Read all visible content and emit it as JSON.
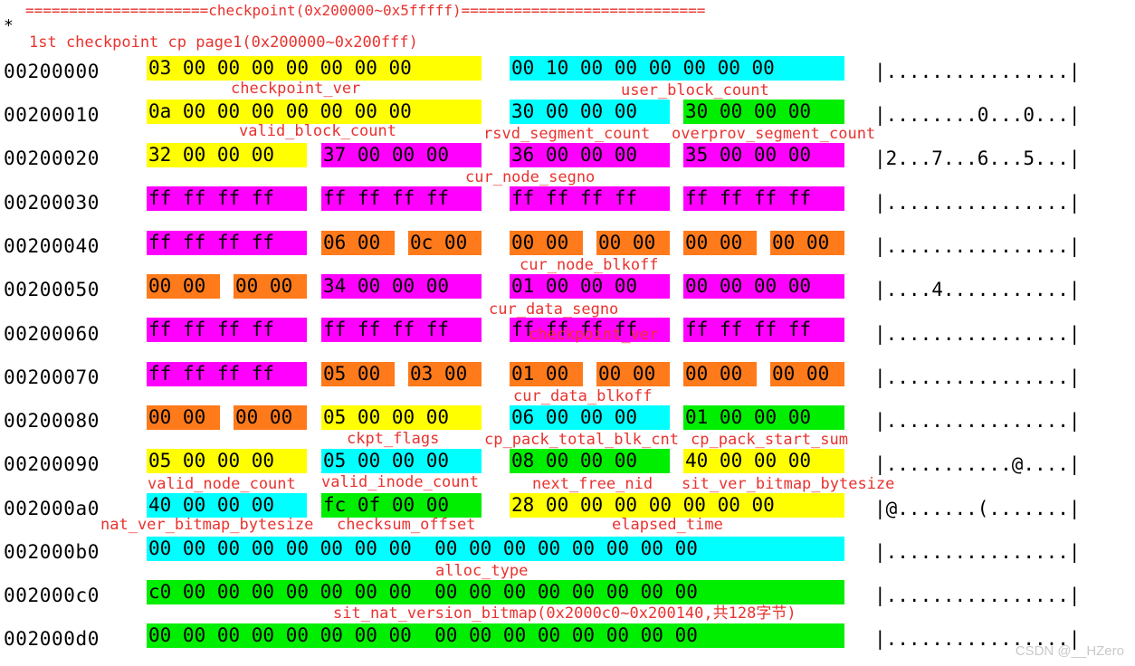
{
  "header": {
    "title_line": "=====================checkpoint(0x200000~0x5fffff)============================",
    "star": "*",
    "subtitle": "1st checkpoint cp page1(0x200000~0x200fff)"
  },
  "rows": [
    {
      "addr": "00200000",
      "ascii": "|................|"
    },
    {
      "addr": "00200010",
      "ascii": "|........0...0...|"
    },
    {
      "addr": "00200020",
      "ascii": "|2...7...6...5...|"
    },
    {
      "addr": "00200030",
      "ascii": "|................|"
    },
    {
      "addr": "00200040",
      "ascii": "|................|"
    },
    {
      "addr": "00200050",
      "ascii": "|....4...........|"
    },
    {
      "addr": "00200060",
      "ascii": "|................|"
    },
    {
      "addr": "00200070",
      "ascii": "|................|"
    },
    {
      "addr": "00200080",
      "ascii": "|................|"
    },
    {
      "addr": "00200090",
      "ascii": "|...........@....|"
    },
    {
      "addr": "002000a0",
      "ascii": "|@.......(.......|"
    },
    {
      "addr": "002000b0",
      "ascii": "|................|"
    },
    {
      "addr": "002000c0",
      "ascii": "|................|"
    },
    {
      "addr": "002000d0",
      "ascii": "|................|"
    }
  ],
  "blocks": [
    {
      "text": "03 00 00 00 00 00 00 00",
      "color": "#ffff00"
    },
    {
      "text": "00 10 00 00 00 00 00 00",
      "color": "#00ffff"
    },
    {
      "text": "0a 00 00 00 00 00 00 00",
      "color": "#ffff00"
    },
    {
      "text": "30 00 00 00",
      "color": "#00ffff"
    },
    {
      "text": "30 00 00 00",
      "color": "#00ee00"
    },
    {
      "text": "32 00 00 00",
      "color": "#ffff00"
    },
    {
      "text": "37 00 00 00",
      "color": "#ff00ff"
    },
    {
      "text": "36 00 00 00",
      "color": "#ff00ff"
    },
    {
      "text": "35 00 00 00",
      "color": "#ff00ff"
    },
    {
      "text": "ff ff ff ff",
      "color": "#ff00ff"
    },
    {
      "text": "ff ff ff ff",
      "color": "#ff00ff"
    },
    {
      "text": "ff ff ff ff",
      "color": "#ff00ff"
    },
    {
      "text": "ff ff ff ff",
      "color": "#ff00ff"
    },
    {
      "text": "ff ff ff ff",
      "color": "#ff00ff"
    },
    {
      "text": "06 00",
      "color": "#ff7a1a"
    },
    {
      "text": "0c 00",
      "color": "#ff7a1a"
    },
    {
      "text": "00 00",
      "color": "#ff7a1a"
    },
    {
      "text": "00 00",
      "color": "#ff7a1a"
    },
    {
      "text": "00 00",
      "color": "#ff7a1a"
    },
    {
      "text": "00 00",
      "color": "#ff7a1a"
    },
    {
      "text": "00 00",
      "color": "#ff7a1a"
    },
    {
      "text": "00 00",
      "color": "#ff7a1a"
    },
    {
      "text": "34 00 00 00",
      "color": "#ff00ff"
    },
    {
      "text": "01 00 00 00",
      "color": "#ff00ff"
    },
    {
      "text": "00 00 00 00",
      "color": "#ff00ff"
    },
    {
      "text": "ff ff ff ff",
      "color": "#ff00ff"
    },
    {
      "text": "ff ff ff ff",
      "color": "#ff00ff"
    },
    {
      "text": "ff ff ff ff",
      "color": "#ff00ff"
    },
    {
      "text": "ff ff ff ff",
      "color": "#ff00ff"
    },
    {
      "text": "ff ff ff ff",
      "color": "#ff00ff"
    },
    {
      "text": "05 00",
      "color": "#ff7a1a"
    },
    {
      "text": "03 00",
      "color": "#ff7a1a"
    },
    {
      "text": "01 00",
      "color": "#ff7a1a"
    },
    {
      "text": "00 00",
      "color": "#ff7a1a"
    },
    {
      "text": "00 00",
      "color": "#ff7a1a"
    },
    {
      "text": "00 00",
      "color": "#ff7a1a"
    },
    {
      "text": "00 00",
      "color": "#ff7a1a"
    },
    {
      "text": "00 00",
      "color": "#ff7a1a"
    },
    {
      "text": "05 00 00 00",
      "color": "#ffff00"
    },
    {
      "text": "06 00 00 00",
      "color": "#00ffff"
    },
    {
      "text": "01 00 00 00",
      "color": "#00ee00"
    },
    {
      "text": "05 00 00 00",
      "color": "#ffff00"
    },
    {
      "text": "05 00 00 00",
      "color": "#00ffff"
    },
    {
      "text": "08 00 00 00",
      "color": "#00ee00"
    },
    {
      "text": "40 00 00 00",
      "color": "#ffff00"
    },
    {
      "text": "40 00 00 00",
      "color": "#00ffff"
    },
    {
      "text": "fc 0f 00 00",
      "color": "#00ee00"
    },
    {
      "text": "28 00 00 00 00 00 00 00",
      "color": "#ffff00"
    },
    {
      "text": "00 00 00 00 00 00 00 00  00 00 00 00 00 00 00 00",
      "color": "#00ffff"
    },
    {
      "text": "c0 00 00 00 00 00 00 00  00 00 00 00 00 00 00 00",
      "color": "#00ee00"
    },
    {
      "text": "00 00 00 00 00 00 00 00  00 00 00 00 00 00 00 00",
      "color": "#00ee00"
    }
  ],
  "labels": [
    "checkpoint_ver",
    "user_block_count",
    "valid_block_count",
    "rsvd_segment_count",
    "overprov_segment_count",
    "cur_node_segno",
    "cur_node_blkoff",
    "cur_data_segno",
    "checkpoint_ver",
    "cur_data_blkoff",
    "ckpt_flags",
    "cp_pack_total_blk_cnt",
    "cp_pack_start_sum",
    "valid_node_count",
    "valid_inode_count",
    "next_free_nid",
    "sit_ver_bitmap_bytesize",
    "nat_ver_bitmap_bytesize",
    "checksum_offset",
    "elapsed_time",
    "alloc_type",
    "sit_nat_version_bitmap(0x2000c0~0x200140,共128字节)"
  ],
  "watermark": "CSDN @__HZero"
}
